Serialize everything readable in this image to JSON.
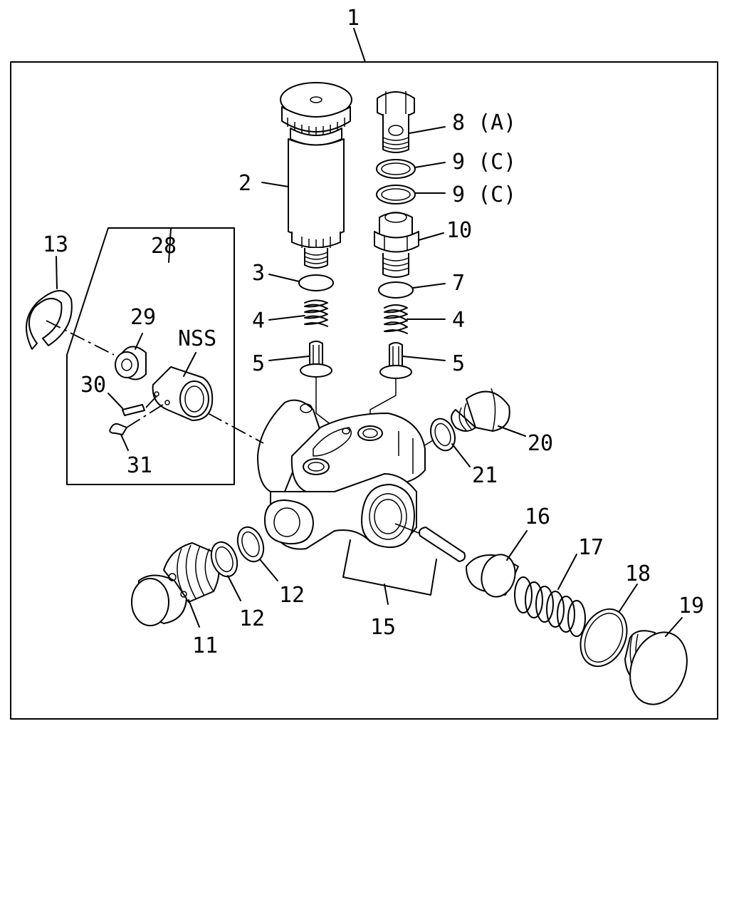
{
  "labels": {
    "l1": "1",
    "l2": "2",
    "l3": "3",
    "l4a": "4",
    "l4b": "4",
    "l5a": "5",
    "l5b": "5",
    "l7": "7",
    "l8": "8 (A)",
    "l9a": "9 (C)",
    "l9b": "9 (C)",
    "l10": "10",
    "l11": "11",
    "l12a": "12",
    "l12b": "12",
    "l13": "13",
    "l15": "15",
    "l16": "16",
    "l17": "17",
    "l18": "18",
    "l19": "19",
    "l20": "20",
    "l21": "21",
    "l28": "28",
    "l29": "29",
    "l30": "30",
    "l31": "31",
    "lnss": "NSS"
  }
}
